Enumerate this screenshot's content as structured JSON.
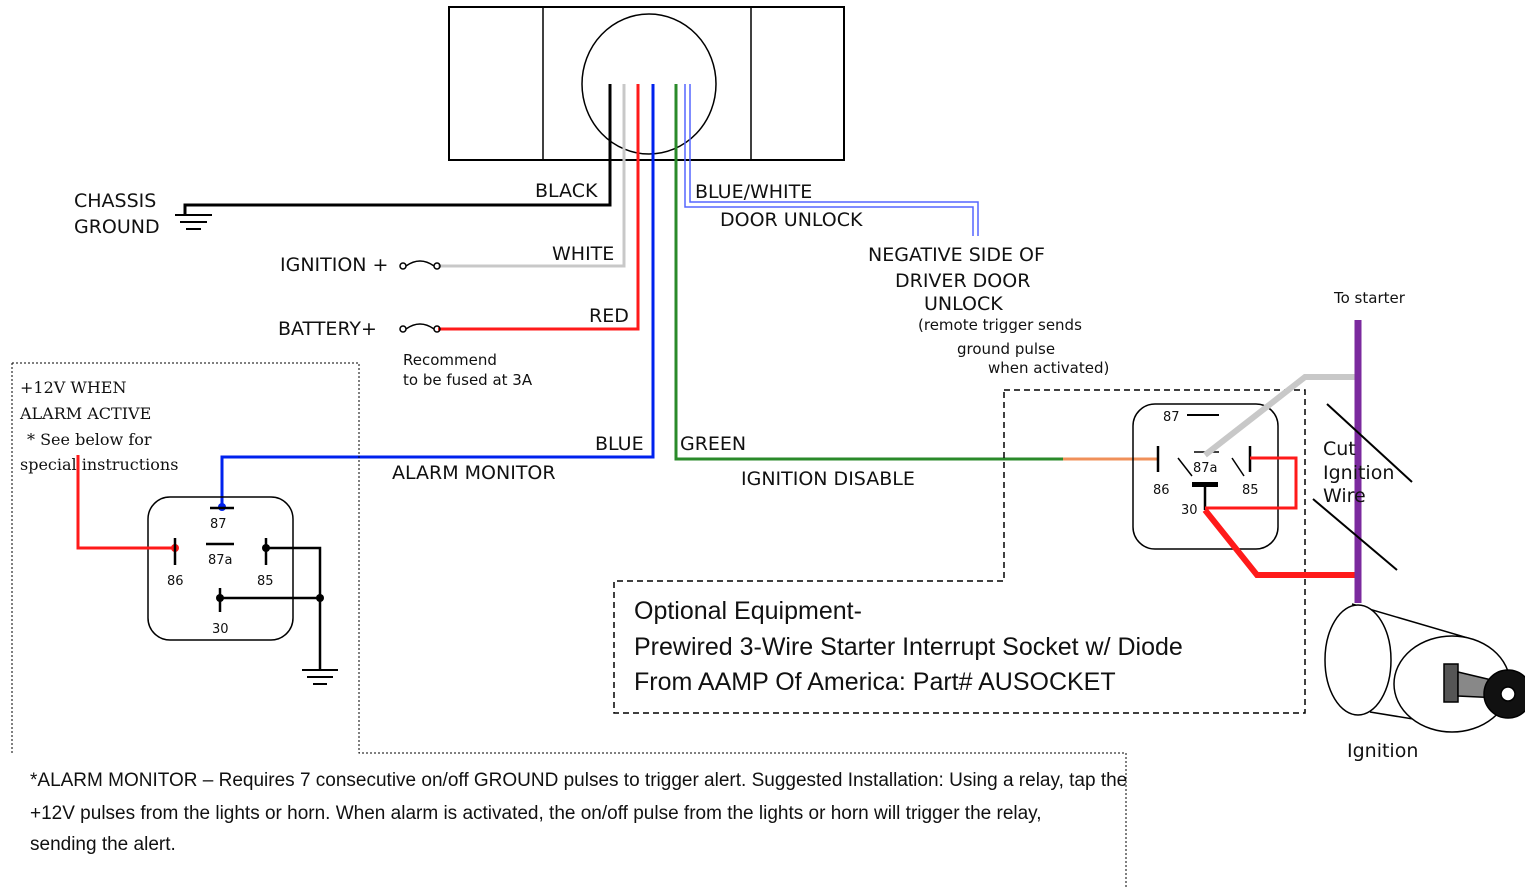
{
  "colors": {
    "black_wire": "#000000",
    "white_wire": "#c8c8c8",
    "red_wire": "#ff1a1a",
    "blue_wire": "#0022ee",
    "green_wire": "#2a8a2a",
    "blue_white_wire": "#5566ff",
    "orange_wire": "#f0905a",
    "starter_wire": "#7b2a9e",
    "grey_wire": "#c8c8c8"
  },
  "wires": {
    "black": "BLACK",
    "white": "WHITE",
    "red": "RED",
    "blue": "BLUE",
    "green": "GREEN",
    "blue_white": "BLUE/WHITE"
  },
  "connections": {
    "chassis_ground_line1": "CHASSIS",
    "chassis_ground_line2": "GROUND",
    "ignition": "IGNITION +",
    "battery": "BATTERY+",
    "fuse_note_line1": "Recommend",
    "fuse_note_line2": "to be fused at 3A",
    "door_unlock": "DOOR UNLOCK",
    "negative_side_line1": "NEGATIVE SIDE OF",
    "negative_side_line2": "DRIVER DOOR",
    "negative_side_line3": "UNLOCK",
    "remote_note_line1": "(remote trigger sends",
    "remote_note_line2": "ground pulse",
    "remote_note_line3": "when activated)",
    "alarm_monitor": "ALARM MONITOR",
    "ignition_disable": "IGNITION DISABLE"
  },
  "alarm_box": {
    "line1": "+12V WHEN",
    "line2": "ALARM ACTIVE",
    "line3": "* See below for",
    "line4": "special instructions"
  },
  "relay_pins": {
    "p87": "87",
    "p87a": "87a",
    "p86": "86",
    "p85": "85",
    "p30": "30"
  },
  "starter": {
    "to_starter": "To starter",
    "cut_line1": "Cut",
    "cut_line2": "Ignition",
    "cut_line3": "Wire",
    "ignition": "Ignition"
  },
  "optional": {
    "line1": "Optional Equipment-",
    "line2": "Prewired 3-Wire Starter Interrupt Socket w/ Diode",
    "line3": "From AAMP Of America: Part# AUSOCKET"
  },
  "footnote": {
    "line1": "*ALARM MONITOR – Requires 7 consecutive on/off GROUND pulses to trigger alert. Suggested Installation: Using a relay, tap the",
    "line2": "+12V pulses from the lights or horn.  When alarm is activated, the on/off pulse from the lights or horn will trigger the relay,",
    "line3": "sending the alert."
  }
}
